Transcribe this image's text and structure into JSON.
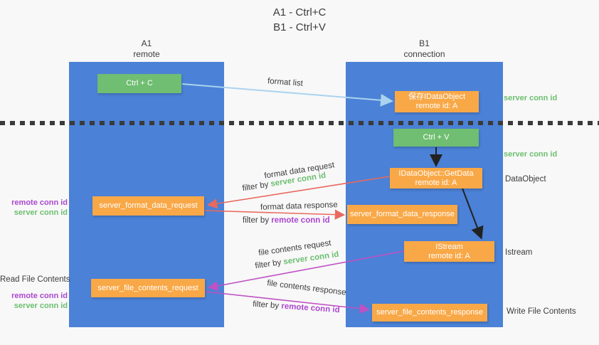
{
  "title": {
    "line1": "A1 - Ctrl+C",
    "line2": "B1 - Ctrl+V"
  },
  "lanes": {
    "a1": {
      "name": "A1",
      "subtitle": "remote"
    },
    "b1": {
      "name": "B1",
      "subtitle": "connection"
    }
  },
  "nodes": {
    "ctrl_c": "Ctrl + C",
    "ctrl_v": "Ctrl + V",
    "save_idataobject": {
      "line1": "保存IDataObject",
      "line2": "remote id: A"
    },
    "getdata": {
      "line1": "IDataObject::GetData",
      "line2": "remote id: A"
    },
    "istream": {
      "line1": "IStream",
      "line2": "remote id: A"
    },
    "format_request": "server_format_data_request",
    "format_response": "server_format_data_response",
    "file_request": "server_file_contents_request",
    "file_response": "server_file_contents_response"
  },
  "edge_labels": {
    "format_list": "format list",
    "format_data_request": "format data request",
    "format_data_response": "format data response",
    "file_contents_request": "file contents request",
    "file_contents_response": "file contents response",
    "filter_by": "filter by ",
    "server_conn_id": "server conn id",
    "remote_conn_id": "remote conn id"
  },
  "side_labels": {
    "server_conn_id": "server conn id",
    "remote_conn_id": "remote conn id",
    "dataobject": "DataObject",
    "istream": "Istream",
    "write_file_contents": "Write File Contents",
    "read_file_contents": "Read File Contents"
  },
  "colors": {
    "lane_blue": "#4b81d6",
    "node_green": "#6fbe71",
    "node_orange": "#f9a847",
    "arrow_light_blue": "#a9d3ef",
    "arrow_red": "#e9695e",
    "arrow_magenta": "#bf51c3",
    "arrow_black": "#222222",
    "text_green": "#6cbf70",
    "text_purple": "#ab47cf",
    "text_dark": "#3b3b3b",
    "background": "#f8f8f8"
  }
}
